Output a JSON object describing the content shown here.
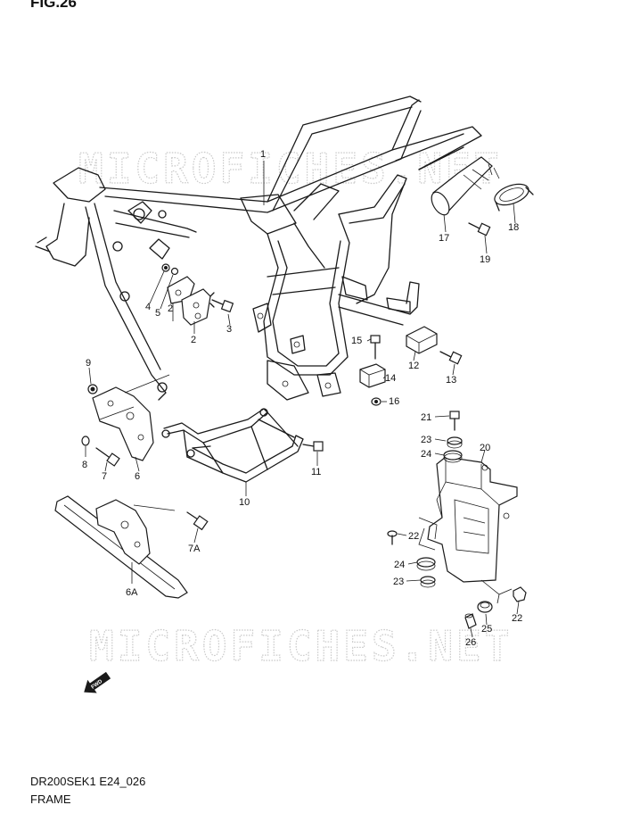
{
  "figure": {
    "title": "FIG.26",
    "model_code": "DR200SEK1 E24_026",
    "section": "FRAME",
    "fwd_marker": "FWD"
  },
  "watermark": "MICROFICHES.NET",
  "parts": [
    {
      "id": "1",
      "label": "1"
    },
    {
      "id": "2a",
      "label": "2"
    },
    {
      "id": "2b",
      "label": "2"
    },
    {
      "id": "3",
      "label": "3"
    },
    {
      "id": "4",
      "label": "4"
    },
    {
      "id": "5",
      "label": "5"
    },
    {
      "id": "6",
      "label": "6"
    },
    {
      "id": "6A",
      "label": "6A"
    },
    {
      "id": "7",
      "label": "7"
    },
    {
      "id": "7A",
      "label": "7A"
    },
    {
      "id": "8",
      "label": "8"
    },
    {
      "id": "9",
      "label": "9"
    },
    {
      "id": "10",
      "label": "10"
    },
    {
      "id": "11",
      "label": "11"
    },
    {
      "id": "12",
      "label": "12"
    },
    {
      "id": "13",
      "label": "13"
    },
    {
      "id": "14",
      "label": "14"
    },
    {
      "id": "15",
      "label": "15"
    },
    {
      "id": "16",
      "label": "16"
    },
    {
      "id": "17",
      "label": "17"
    },
    {
      "id": "18",
      "label": "18"
    },
    {
      "id": "19",
      "label": "19"
    },
    {
      "id": "20",
      "label": "20"
    },
    {
      "id": "21",
      "label": "21"
    },
    {
      "id": "22a",
      "label": "22"
    },
    {
      "id": "22b",
      "label": "22"
    },
    {
      "id": "23a",
      "label": "23"
    },
    {
      "id": "23b",
      "label": "23"
    },
    {
      "id": "24a",
      "label": "24"
    },
    {
      "id": "24b",
      "label": "24"
    },
    {
      "id": "25",
      "label": "25"
    },
    {
      "id": "26",
      "label": "26"
    }
  ]
}
